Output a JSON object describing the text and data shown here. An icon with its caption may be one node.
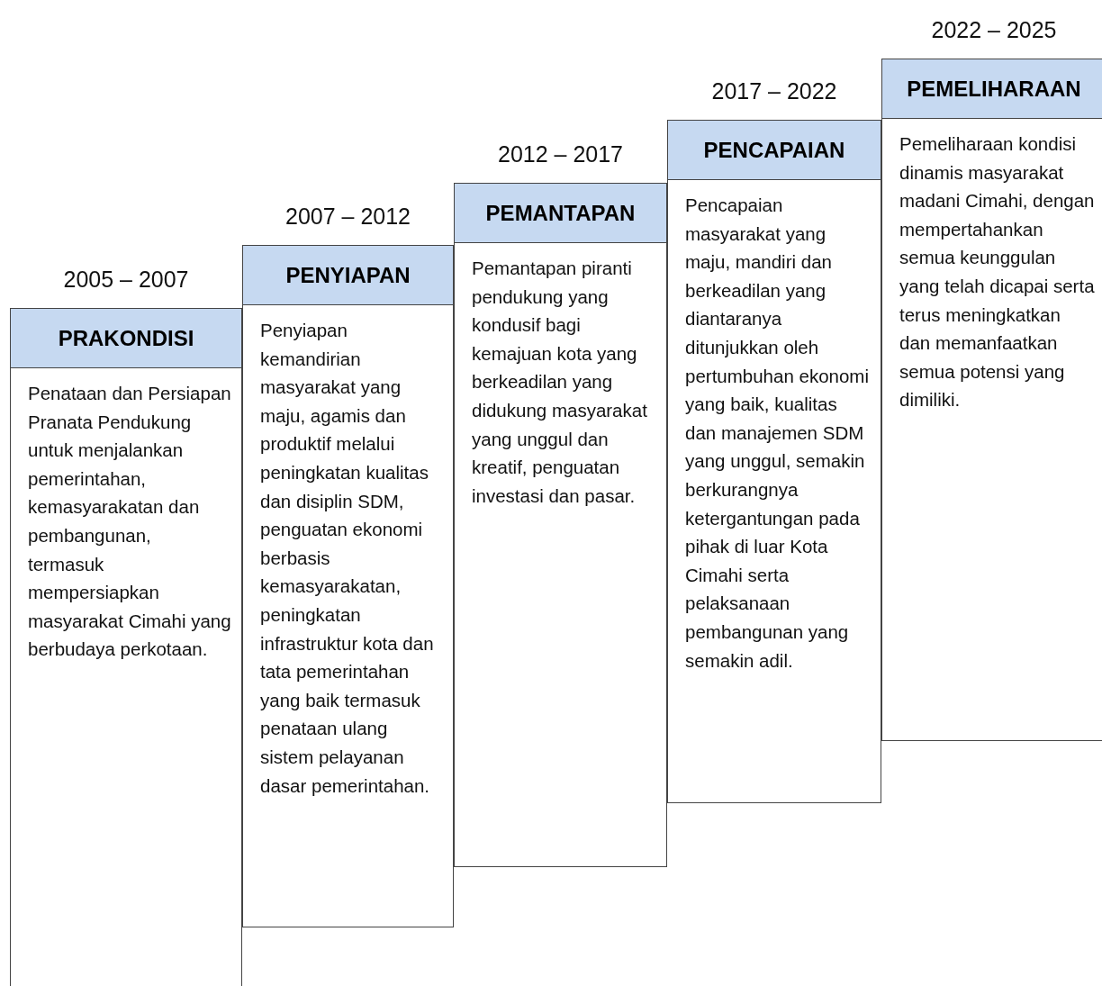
{
  "diagram": {
    "nodes": [
      {
        "text": [
          "2005 – 2007",
          "PRAKONDISI",
          "Penataan dan Persiapan Pranata Pendukung untuk menjalankan pemerintahan, kemasyarakatan dan pembangunan, termasuk mempersiapkan masyarakat Cimahi yang berbudaya perkotaan."
        ]
      },
      {
        "text": [
          "2007 – 2012",
          "PENYIAPAN",
          "Penyiapan kemandirian masyarakat yang maju, agamis dan produktif melalui peningkatan kualitas dan disiplin SDM, penguatan ekonomi berbasis kemasyarakatan, peningkatan infrastruktur kota dan tata pemerintahan yang baik termasuk penataan ulang sistem pelayanan dasar pemerintahan."
        ]
      },
      {
        "text": [
          "2012 – 2017",
          "PEMANTAPAN",
          "Pemantapan piranti pendukung yang kondusif bagi kemajuan kota yang berkeadilan yang didukung masyarakat yang unggul dan kreatif, penguatan investasi dan pasar."
        ]
      },
      {
        "text": [
          "2017 – 2022",
          "PENCAPAIAN",
          "Pencapaian masyarakat yang maju, mandiri dan berkeadilan yang diantaranya ditunjukkan oleh pertumbuhan ekonomi yang baik, kualitas dan manajemen SDM yang unggul, semakin berkurangnya ketergantungan pada pihak di luar Kota Cimahi serta pelaksanaan pembangunan yang semakin adil."
        ]
      },
      {
        "text": [
          "2022 – 2025",
          "PEMELIHARAAN",
          "Pemeliharaan kondisi dinamis masyarakat madani Cimahi, dengan mempertahankan semua keunggulan yang telah dicapai serta terus meningkatkan dan memanfaatkan semua potensi yang dimiliki."
        ]
      }
    ],
    "edges": []
  }
}
